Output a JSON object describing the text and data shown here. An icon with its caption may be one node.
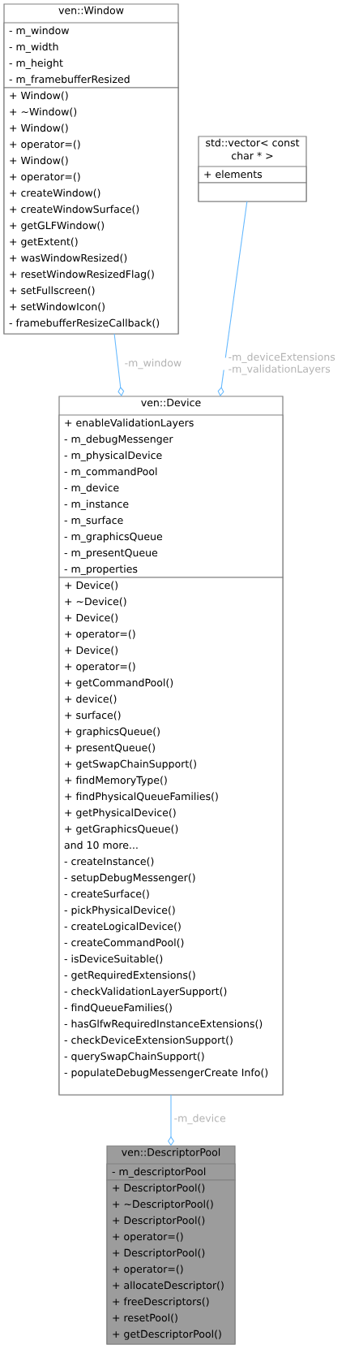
{
  "diagram": {
    "nodes": [
      {
        "text": [
          "ven::Window"
        ]
      },
      {
        "text": [
          "- m_window",
          "- m_width",
          "- m_height",
          "- m_framebufferResized"
        ],
        "in": 0
      },
      {
        "text": [
          "+ Window()",
          "+ ~Window()",
          "+ Window()",
          "+ operator=()",
          "+ Window()",
          "+ operator=()",
          "+ createWindow()",
          "+ createWindowSurface()",
          "+ getGLFWindow()",
          "+ getExtent()",
          "+ wasWindowResized()",
          "+ resetWindowResizedFlag()",
          "+ setFullscreen()",
          "+ setWindowIcon()",
          "- framebufferResizeCallback()"
        ],
        "in": 0
      },
      {
        "text": [
          "std::vector< const char * >"
        ]
      },
      {
        "text": [
          "+ elements"
        ],
        "in": 3
      },
      {
        "text": [],
        "shape": "box",
        "in": 3
      },
      {
        "text": [
          "ven::Device"
        ]
      },
      {
        "text": [
          "+ enableValidationLayers",
          "- m_debugMessenger",
          "- m_physicalDevice",
          "- m_commandPool",
          "- m_device",
          "- m_instance",
          "- m_surface",
          "- m_graphicsQueue",
          "- m_presentQueue",
          "- m_properties"
        ],
        "in": 6
      },
      {
        "text": [
          "+ Device()",
          "+ ~Device()",
          "+ Device()",
          "+ operator=()",
          "+ Device()",
          "+ operator=()",
          "+ getCommandPool()",
          "+ device()",
          "+ surface()",
          "+ graphicsQueue()",
          "+ presentQueue()",
          "+ getSwapChainSupport()",
          "+ findMemoryType()",
          "+ findPhysicalQueueFamilies()",
          "+ getPhysicalDevice()",
          "+ getGraphicsQueue()",
          "and 10 more...",
          "- createInstance()",
          "- setupDebugMessenger()",
          "- createSurface()",
          "- pickPhysicalDevice()",
          "- createLogicalDevice()",
          "- createCommandPool()",
          "- isDeviceSuitable()",
          "- getRequiredExtensions()",
          "- checkValidationLayerSupport()",
          "- findQueueFamilies()",
          "- hasGlfwRequiredInstanceExtensions()",
          "- checkDeviceExtensionSupport()",
          "- querySwapChainSupport()",
          "- populateDebugMessengerCreate Info()"
        ],
        "in": 6
      },
      {
        "text": [
          "ven::DescriptorPool"
        ]
      },
      {
        "text": [
          "- m_descriptorPool"
        ],
        "in": 9
      },
      {
        "text": [
          "+ DescriptorPool()",
          "+ ~DescriptorPool()",
          "+ DescriptorPool()",
          "+ operator=()",
          "+ DescriptorPool()",
          "+ operator=()",
          "+ allocateDescriptor()",
          "+ freeDescriptors()",
          "+ resetPool()",
          "+ getDescriptorPool()"
        ],
        "in": 9
      }
    ],
    "edges": [
      {
        "from": 0,
        "to": 6,
        "arrow": "other",
        "label": "-m_window"
      },
      {
        "from": 3,
        "to": 6,
        "arrow": "other",
        "label": "-m_deviceExtensions -m_validationLayers"
      },
      {
        "from": 6,
        "to": 9,
        "arrow": "other",
        "label": "-m_device"
      }
    ]
  }
}
